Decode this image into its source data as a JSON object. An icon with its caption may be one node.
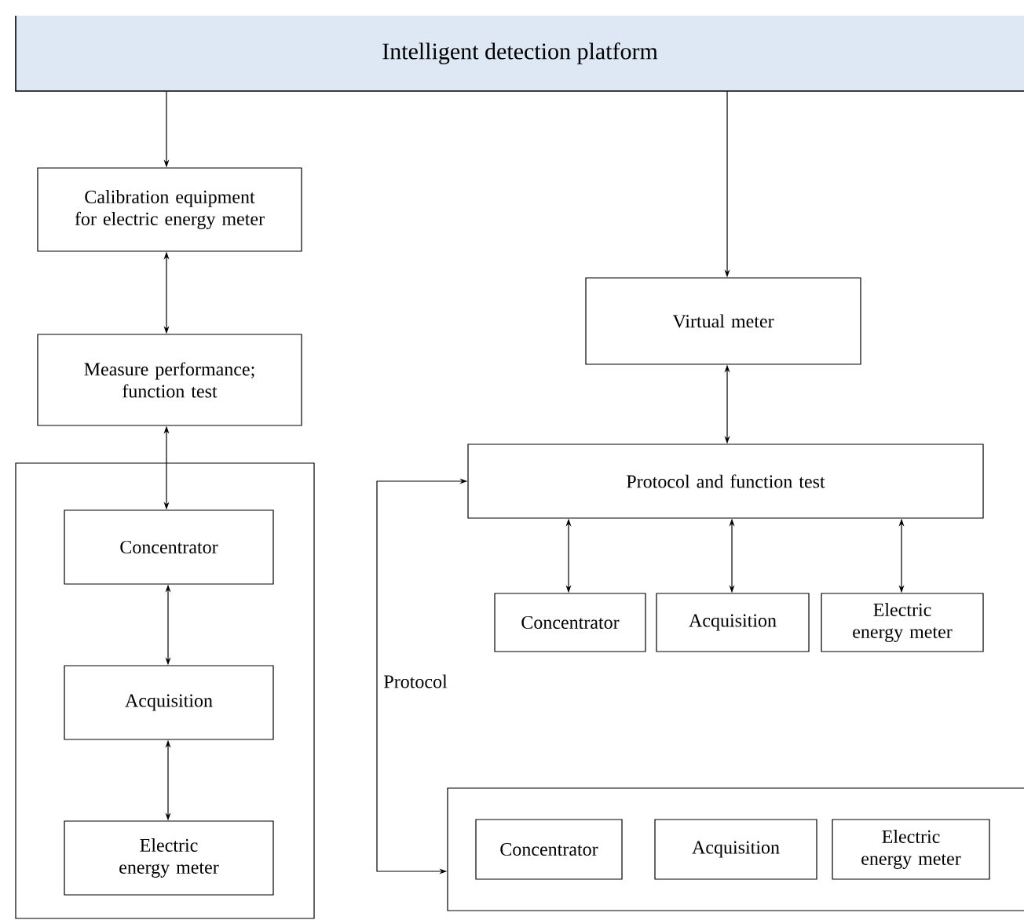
{
  "diagram": {
    "nodes": [
      {
        "text": [
          "Intelligent detection platform"
        ]
      },
      {
        "text": [
          "Calibration equipment for electric energy meter"
        ]
      },
      {
        "text": [
          "Measure performance; function test"
        ]
      },
      {
        "text": [],
        "shape": "box"
      },
      {
        "text": [
          "Concentrator"
        ],
        "in": 3
      },
      {
        "text": [
          "Acquisition"
        ],
        "in": 3
      },
      {
        "text": [
          "Electric energy meter"
        ],
        "in": 3
      },
      {
        "text": [
          "Virtual meter"
        ]
      },
      {
        "text": [
          "Protocol and function test"
        ]
      },
      {
        "text": [
          "Concentrator"
        ]
      },
      {
        "text": [
          "Acquisition"
        ]
      },
      {
        "text": [
          "Electric energy meter"
        ]
      },
      {
        "text": [],
        "shape": "box"
      },
      {
        "text": [
          "Concentrator"
        ],
        "in": 12
      },
      {
        "text": [
          "Acquisition"
        ],
        "in": 12
      },
      {
        "text": [
          "Electric energy meter"
        ],
        "in": 12
      }
    ],
    "edges": [
      {
        "from": 0,
        "to": 1,
        "arrow": "to"
      },
      {
        "from": 0,
        "to": 7,
        "arrow": "to"
      },
      {
        "from": 1,
        "to": 2,
        "arrow": "both"
      },
      {
        "from": 2,
        "to": 4,
        "arrow": "both"
      },
      {
        "from": 4,
        "to": 5,
        "arrow": "both"
      },
      {
        "from": 5,
        "to": 6,
        "arrow": "both"
      },
      {
        "from": 7,
        "to": 8,
        "arrow": "both"
      },
      {
        "from": 8,
        "to": 9,
        "arrow": "both"
      },
      {
        "from": 8,
        "to": 10,
        "arrow": "both"
      },
      {
        "from": 8,
        "to": 11,
        "arrow": "both"
      },
      {
        "from": 8,
        "to": 12,
        "arrow": "both",
        "label": "Protocol"
      }
    ]
  }
}
